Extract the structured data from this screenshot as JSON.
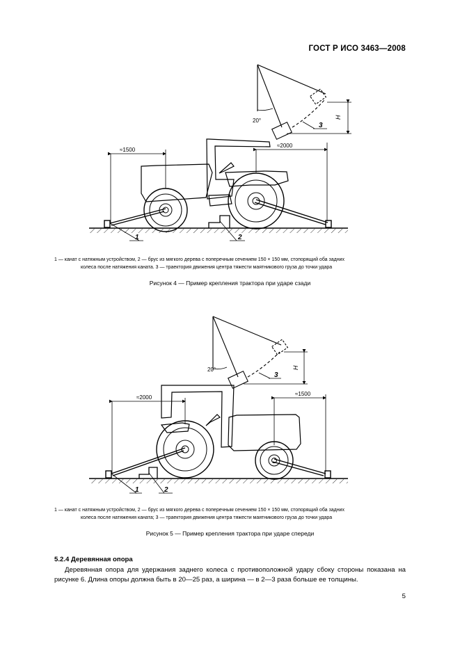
{
  "header": {
    "standard": "ГОСТ Р ИСО 3463—2008"
  },
  "figure4": {
    "dim_left": "≈1500",
    "dim_right": "≈2000",
    "angle": "20°",
    "height_label": "H",
    "callout_1": "1",
    "callout_2": "2",
    "callout_3": "3",
    "legend_line1": "1 — канат с натяжным устройством, 2 — брус из мягкого дерева с поперечным сечением 150 × 150 мм, стопорящий оба задних",
    "legend_line2": "колеса после натяжения каната. 3 — траектория движения центра тяжести маятникового груза до точки удара",
    "caption": "Рисунок 4 — Пример крепления трактора при ударе сзади"
  },
  "figure5": {
    "dim_left": "≈2000",
    "dim_right": "≈1500",
    "angle": "20°",
    "height_label": "H",
    "callout_1": "1",
    "callout_2": "2",
    "callout_3": "3",
    "legend_line1": "1 — канат с натяжным устройством, 2 — брус из мягкого дерева с поперечным сечением 150 × 150 мм, стопорящий оба задних",
    "legend_line2": "колеса после натяжения каната; 3 — траектория движения центра тяжести маятникового груза до точки удара",
    "caption": "Рисунок 5 — Пример крепления трактора при ударе спереди"
  },
  "section": {
    "title": "5.2.4 Деревянная опора",
    "paragraph": "Деревянная опора для удержания заднего колеса с противоположной удару сбоку стороны показана на рисунке 6. Длина опоры должна быть в 20—25 раз, а ширина — в 2—3 раза больше ее толщины."
  },
  "page_number": "5"
}
